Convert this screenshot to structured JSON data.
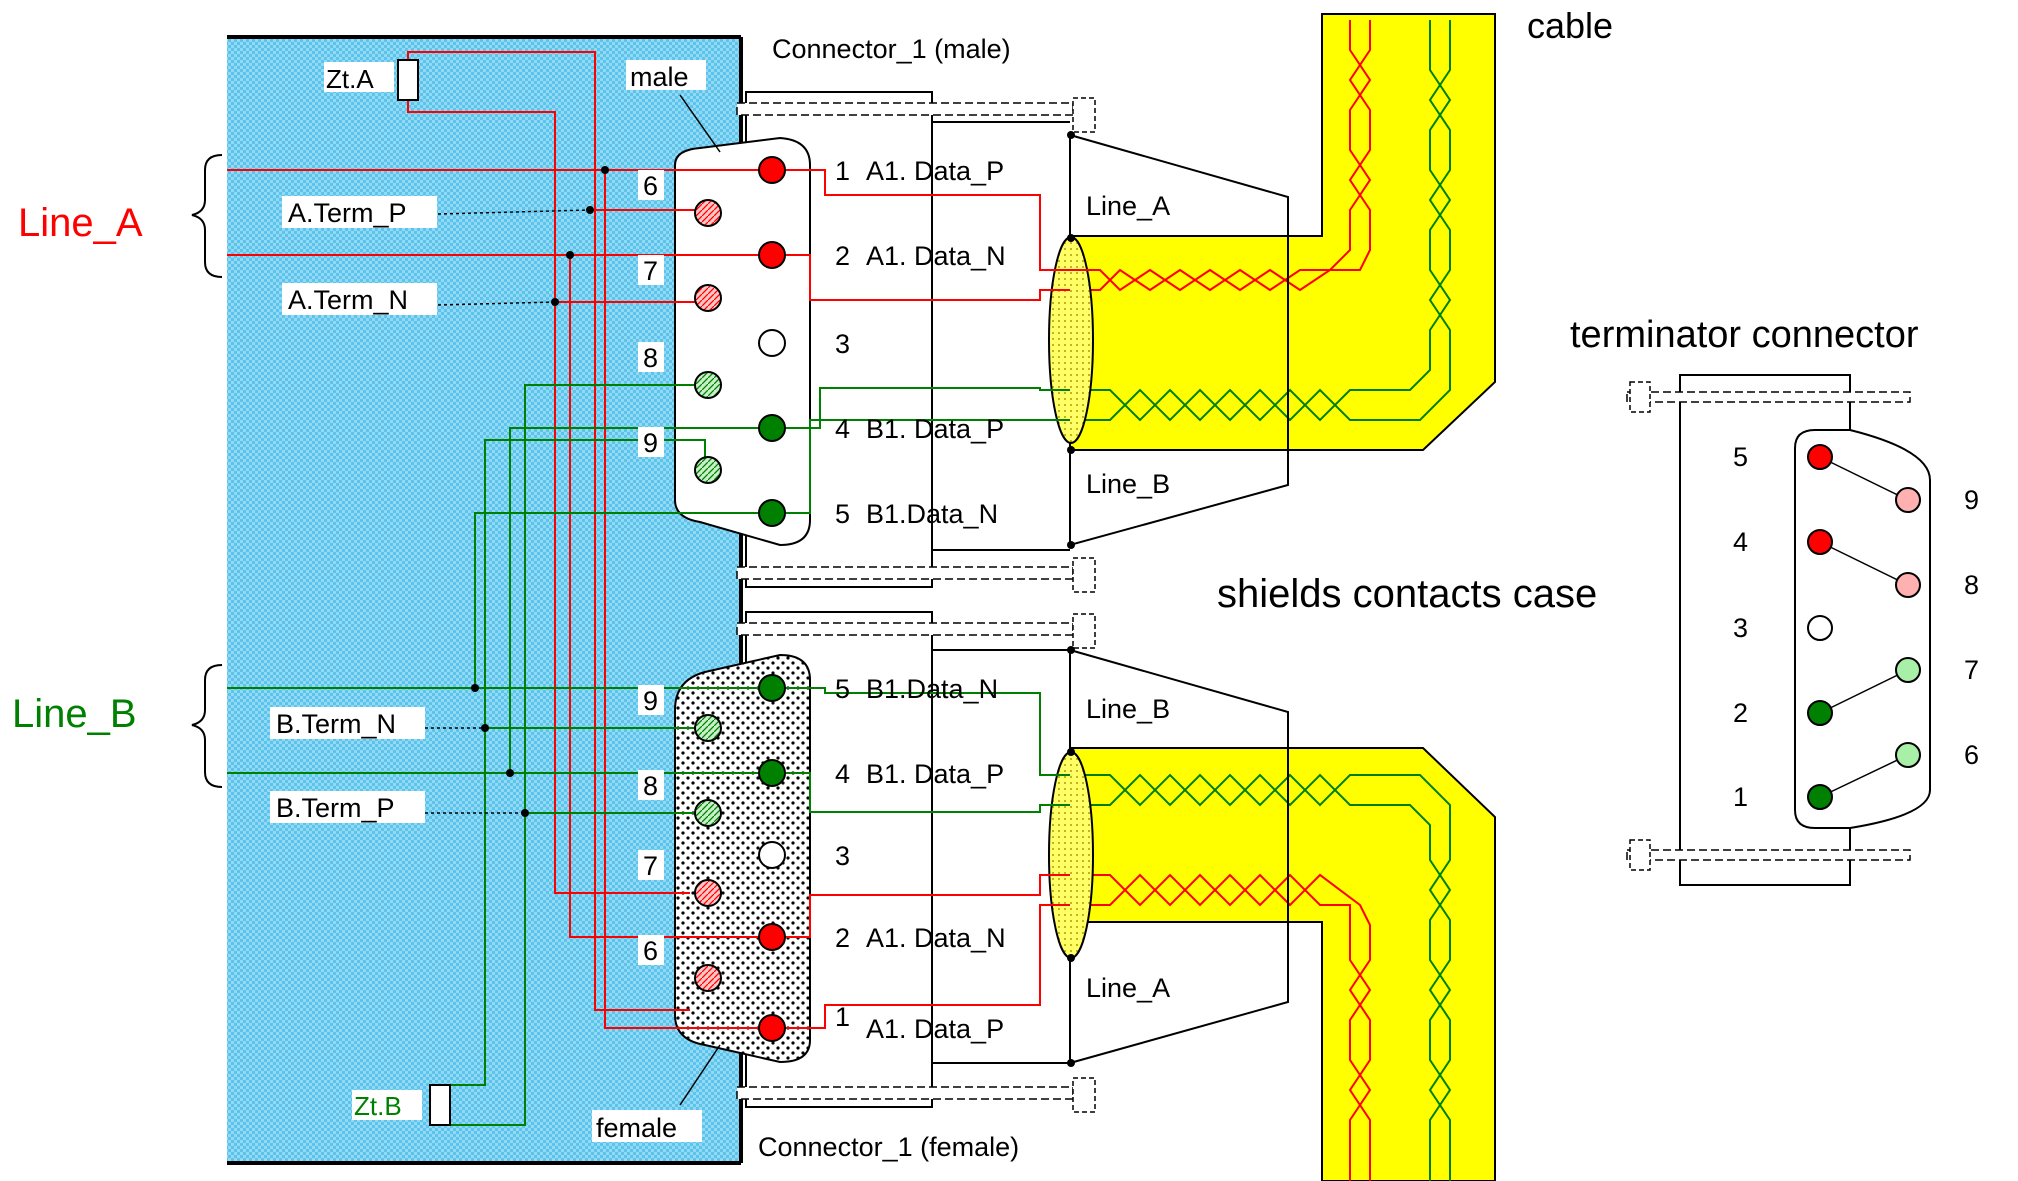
{
  "labels": {
    "line_a_big": "Line_A",
    "line_b_big": "Line_B",
    "zt_a": "Zt.A",
    "zt_b": "Zt.B",
    "a_term_p": "A.Term_P",
    "a_term_n": "A.Term_N",
    "b_term_n": "B.Term_N",
    "b_term_p": "B.Term_P",
    "male": "male",
    "female": "female",
    "connector_male": "Connector_1 (male)",
    "connector_female": "Connector_1 (female)",
    "cable": "cable",
    "shields_case": "shields contacts case",
    "terminator_connector": "terminator connector",
    "line_a_top": "Line_A",
    "line_b_top": "Line_B",
    "line_b_bottom": "Line_B",
    "line_a_bottom": "Line_A"
  },
  "male_pins": [
    {
      "num": "1",
      "signal": "A1. Data_P"
    },
    {
      "num": "2",
      "signal": "A1. Data_N"
    },
    {
      "num": "3",
      "signal": ""
    },
    {
      "num": "4",
      "signal": "B1. Data_P"
    },
    {
      "num": "5",
      "signal": "B1.Data_N"
    }
  ],
  "male_back_pins": [
    "6",
    "7",
    "8",
    "9"
  ],
  "female_pins": [
    {
      "num": "5",
      "signal": "B1.Data_N"
    },
    {
      "num": "4",
      "signal": "B1. Data_P"
    },
    {
      "num": "3",
      "signal": ""
    },
    {
      "num": "2",
      "signal": "A1. Data_N"
    },
    {
      "num": "1",
      "signal": "A1. Data_P"
    }
  ],
  "female_back_pins": [
    "9",
    "8",
    "7",
    "6"
  ],
  "terminator": {
    "left_nums": [
      "5",
      "4",
      "3",
      "2",
      "1"
    ],
    "right_nums": [
      "9",
      "8",
      "7",
      "6"
    ]
  },
  "colors": {
    "red": "#ff0000",
    "green": "#008000",
    "board": "#5bc4ec",
    "cable": "#ffff00"
  }
}
